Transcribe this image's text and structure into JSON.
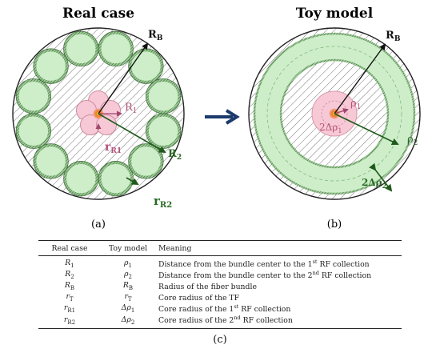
{
  "panel_a": {
    "title": "Real case",
    "caption": "(a)",
    "labels": {
      "rb_main": "R",
      "rb_sub": "B",
      "r1_main": "R",
      "r1_sub": "1",
      "rr1_main": "r",
      "rr1_sub": "R1",
      "r2_main": "R",
      "r2_sub": "2",
      "rr2_main": "r",
      "rr2_sub": "R2"
    }
  },
  "panel_b": {
    "title": "Toy model",
    "caption": "(b)",
    "labels": {
      "rb_main": "R",
      "rb_sub": "B",
      "rho1_main": "ρ",
      "rho1_sub": "1",
      "drho1_main": "2Δρ",
      "drho1_sub": "1",
      "rho2_main": "ρ",
      "rho2_sub": "2",
      "drho2_main": "2Δρ",
      "drho2_sub": "2"
    }
  },
  "colors": {
    "fiber_fill": "#cdeec9",
    "fiber_ring": "#3a7a33",
    "rf1_fill": "#f7c9d6",
    "rf1_stroke": "#d996aa",
    "core": "#e6621f",
    "core_inner": "#f6a623",
    "arrow_main": "#1c3a6b",
    "label_pink": "#b4537a",
    "label_green": "#2a6b25"
  },
  "table": {
    "headers": [
      "Real case",
      "Toy model",
      "Meaning"
    ],
    "rows": [
      {
        "real": "R",
        "real_sub": "1",
        "toy": "ρ",
        "toy_sub": "1",
        "meaning": "Distance from the bundle center to the 1",
        "sup": "st",
        "tail": " RF collection"
      },
      {
        "real": "R",
        "real_sub": "2",
        "toy": "ρ",
        "toy_sub": "2",
        "meaning": "Distance from the bundle center to the 2",
        "sup": "nd",
        "tail": " RF collection"
      },
      {
        "real": "R",
        "real_sub": "B",
        "toy": "R",
        "toy_sub": "B",
        "meaning": "Radius of the fiber bundle",
        "sup": "",
        "tail": ""
      },
      {
        "real": "r",
        "real_sub": "T",
        "toy": "r",
        "toy_sub": "T",
        "meaning": "Core radius of the TF",
        "sup": "",
        "tail": ""
      },
      {
        "real": "r",
        "real_sub": "R1",
        "toy": "Δρ",
        "toy_sub": "1",
        "meaning": "Core radius of the 1",
        "sup": "st",
        "tail": " RF collection"
      },
      {
        "real": "r",
        "real_sub": "R2",
        "toy": "Δρ",
        "toy_sub": "2",
        "meaning": "Core radius of the 2",
        "sup": "nd",
        "tail": " RF collection"
      }
    ]
  },
  "caption_c": "(c)"
}
